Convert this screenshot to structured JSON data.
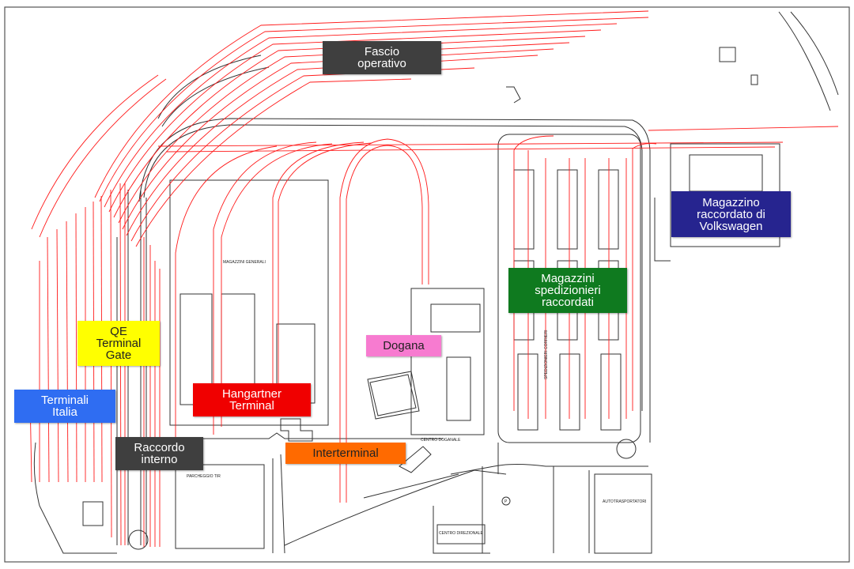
{
  "labels": {
    "fascio_operativo": "Fascio\noperativo",
    "magazzino_volkswagen": "Magazzino\nraccordato di\nVolkswagen",
    "magazzini_spedizionieri": "Magazzini\nspedizionieri\nraccordati",
    "qe_terminal_gate": "QE\nTerminal\nGate",
    "dogana": "Dogana",
    "terminali_italia": "Terminali\nItalia",
    "hangartner_terminal": "Hangartner\nTerminal",
    "raccordo_interno": "Raccordo\ninterno",
    "interterminal": "Interterminal"
  },
  "plan_text": {
    "magazzini_generali": "MAGAZZINI GENERALI",
    "centro_doganale": "CENTRO DOGANALE",
    "parcheggio_tir": "PARCHEGGIO TIR",
    "centro_direzionale": "CENTRO DIREZIONALE",
    "autotrasportatori": "AUTOTRASPORTATORI",
    "spedizionieri_corrieri": "SPEDIZIONIERI CORRIERI",
    "p_symbol": "P"
  },
  "colors": {
    "dark_gray": "#3f3f3f",
    "navy": "#26248f",
    "green": "#0f7a1f",
    "yellow": "#ffff00",
    "pink": "#f77bd0",
    "blue": "#2f6df2",
    "red": "#f00000",
    "orange": "#ff6a00",
    "rail": "#ff1a1a",
    "line": "#333333"
  }
}
